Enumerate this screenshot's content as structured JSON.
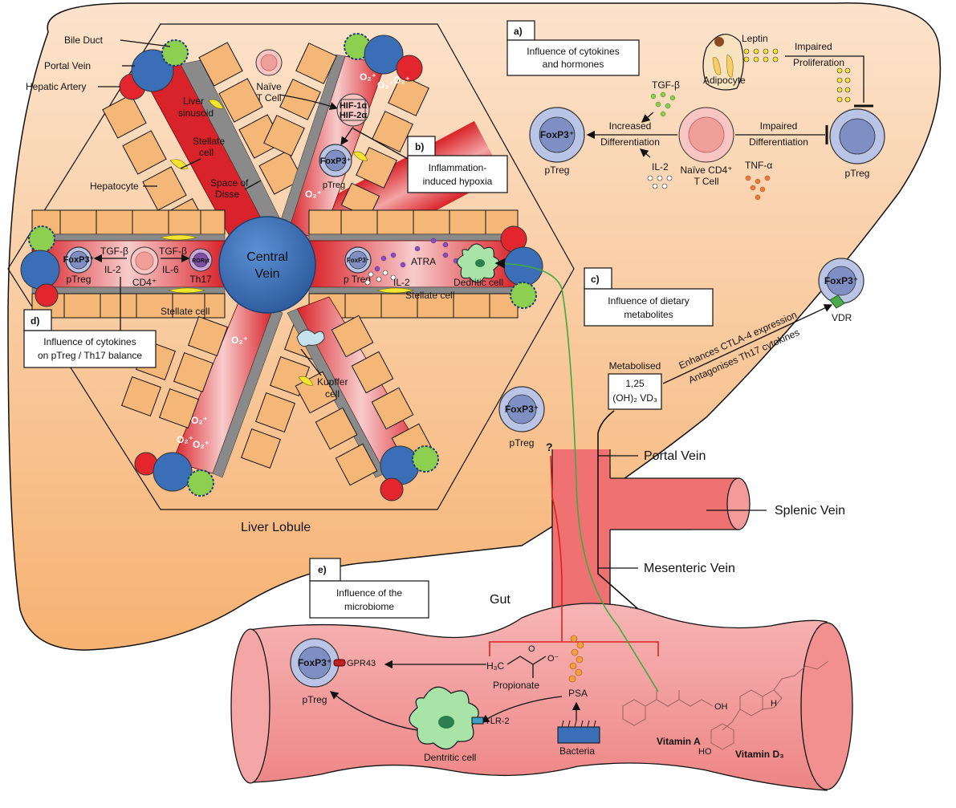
{
  "lobule": {
    "title": "Liver Lobule",
    "central_vein": [
      "Central",
      "Vein"
    ],
    "labels": {
      "bile_duct": "Bile Duct",
      "portal_vein": "Portal Vein",
      "hepatic_artery": "Hepatic Artery",
      "liver_sinusoid": [
        "Liver",
        "sinusoid"
      ],
      "stellate_cell": [
        "Stellate",
        "cell"
      ],
      "space_of_disse": [
        "Space of",
        "Disse"
      ],
      "hepatocyte": "Hepatocyte",
      "naive_t": [
        "Naïve",
        "T Cell"
      ],
      "hif1": "HIF-1α",
      "hif2": "HIF-2α",
      "foxp3": "FoxP3⁺",
      "ptreg": "pTreg",
      "p_treg": "p Treg",
      "o2": "O₂⁺",
      "tgfb": "TGF-β",
      "il2": "IL-2",
      "il6": "IL-6",
      "cd4": "CD4⁺",
      "roryt": "RORγt",
      "th17": "Th17",
      "atra": "ATRA",
      "dendritic_cell": "Dedritic cell",
      "stellate_cell_left": "Stellate cell",
      "stellate_cell_right": "Stellate cell",
      "kupffer": [
        "Kupffer",
        "cell"
      ]
    }
  },
  "panels": {
    "a": {
      "letter": "a)",
      "text": [
        "Influence of cytokines",
        "and hormones"
      ]
    },
    "b": {
      "letter": "b)",
      "text": [
        "Inflammation-",
        "induced hypoxia"
      ]
    },
    "c": {
      "letter": "c)",
      "text": [
        "Influence of dietary",
        "metabolites"
      ]
    },
    "d": {
      "letter": "d)",
      "text": [
        "Influence of cytokines",
        "on pTreg / Th17 balance"
      ]
    },
    "e": {
      "letter": "e)",
      "text": [
        "Influence of the",
        "microbiome"
      ]
    }
  },
  "cytokine_panel": {
    "leptin": "Leptin",
    "adipocyte": "Adipocyte",
    "impaired_proliferation": [
      "Impaired",
      "Proliferation"
    ],
    "tgfb": "TGF-β",
    "increased_diff": [
      "Increased",
      "Differentiation"
    ],
    "impaired_diff": [
      "Impaired",
      "Differentiation"
    ],
    "il2": "IL-2",
    "tnfa": "TNF-α",
    "naive_cd4": [
      "Naïve CD4⁺",
      "T Cell"
    ],
    "foxp3": "FoxP3⁺",
    "ptreg": "pTreg"
  },
  "metabolite_panel": {
    "metabolised": "Metabolised",
    "vd3_line1": "1,25",
    "vd3_line2": "(OH)₂ VD₃",
    "enhances": "Enhances CTLA-4 expression",
    "antagonises": "Antagonises Th17 cytokines",
    "vdr": "VDR",
    "foxp3": "FoxP3⁺"
  },
  "vessels": {
    "portal_vein": "Portal Vein",
    "splenic_vein": "Splenic Vein",
    "mesenteric_vein": "Mesenteric Vein"
  },
  "gut": {
    "title": "Gut",
    "question": "?",
    "foxp3": "FoxP3⁺",
    "ptreg": "pTreg",
    "gpr43": "GPR43",
    "propionate": "Propionate",
    "psa": "PSA",
    "tlr2": "TLR-2",
    "dendritic": "Dentritic cell",
    "bacteria": "Bacteria",
    "vitamin_a": "Vitamin A",
    "vitamin_d3": "Vitamin D₃",
    "h3c": "H₃C",
    "o_minus": "O⁻",
    "o": "O",
    "oh": "OH",
    "ho": "HO",
    "h": "H"
  },
  "colors": {
    "liver_top": "#fbdcc0",
    "liver_bottom": "#f6b676",
    "hepatocyte": "#f5b778",
    "sinusoid_dark": "#d8232a",
    "sinusoid_light": "#f8cccc",
    "portal_vein": "#3a6fb8",
    "hepatic_artery": "#e3262d",
    "bile_duct": "#8dcf4f",
    "gut": "#f29b9b",
    "vessel": "#ef7171",
    "treg": "#b9c4e6",
    "dendritic": "#a8e3a8",
    "green_line": "#3faa3f",
    "red_line": "#e02020"
  }
}
